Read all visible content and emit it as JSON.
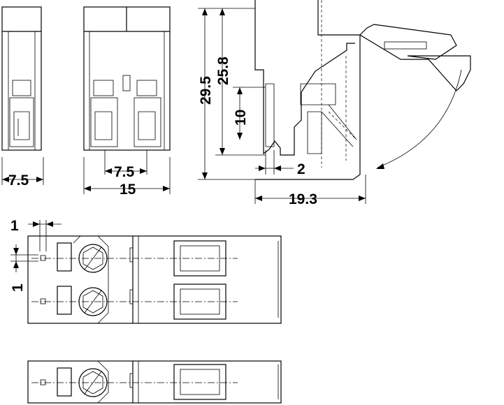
{
  "dimensions": {
    "pitch_single": "7.5",
    "pitch_double": "7.5",
    "width_double": "15",
    "height_inner": "25.8",
    "height_total": "29.5",
    "insert_depth": "10",
    "offset": "2",
    "depth": "19.3",
    "pin_x": "1",
    "pin_y": "1"
  }
}
